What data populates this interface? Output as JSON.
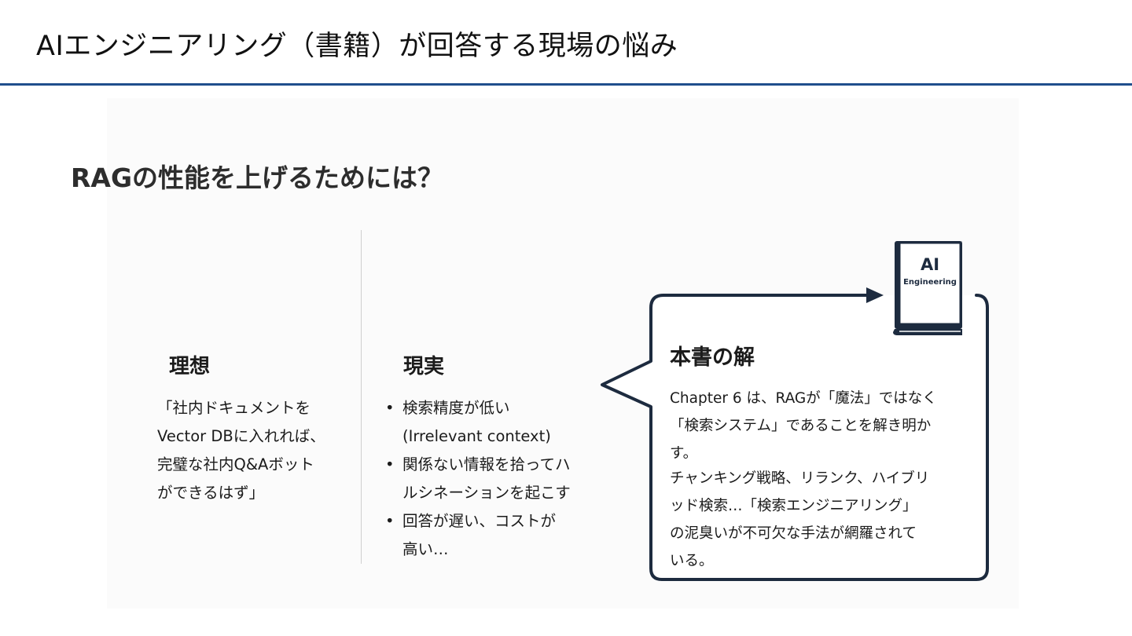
{
  "header": {
    "title": "AIエンジニアリング（書籍）が回答する現場の悩み"
  },
  "main": {
    "subtitle": "RAGの性能を上げるためには？",
    "ideal": {
      "heading": "理想",
      "lines": [
        "「社内ドキュメントを",
        "Vector DBに入れれば、",
        "完璧な社内Q&Aボット",
        "ができるはず」"
      ]
    },
    "reality": {
      "heading": "現実",
      "items": [
        {
          "lines": [
            "検索精度が低い",
            "(Irrelevant context)"
          ]
        },
        {
          "lines": [
            "関係ない情報を拾ってハ",
            "ルシネーションを起こす"
          ]
        },
        {
          "lines": [
            "回答が遅い、コストが",
            "高い…"
          ]
        }
      ]
    },
    "solution": {
      "heading": "本書の解",
      "paragraph1": [
        "Chapter 6 は、RAGが「魔法」ではなく",
        "「検索システム」であることを解き明か",
        "す。"
      ],
      "paragraph2": [
        "チャンキング戦略、リランク、ハイブリ",
        "ッド検索…「検索エンジニアリング」",
        "の泥臭いが不可欠な手法が網羅されて",
        "いる。"
      ]
    },
    "book": {
      "title": "AI",
      "subtitle": "Engineering"
    }
  },
  "colors": {
    "accent_rule": "#1f4e8c",
    "bubble_stroke": "#1d2b3f"
  }
}
